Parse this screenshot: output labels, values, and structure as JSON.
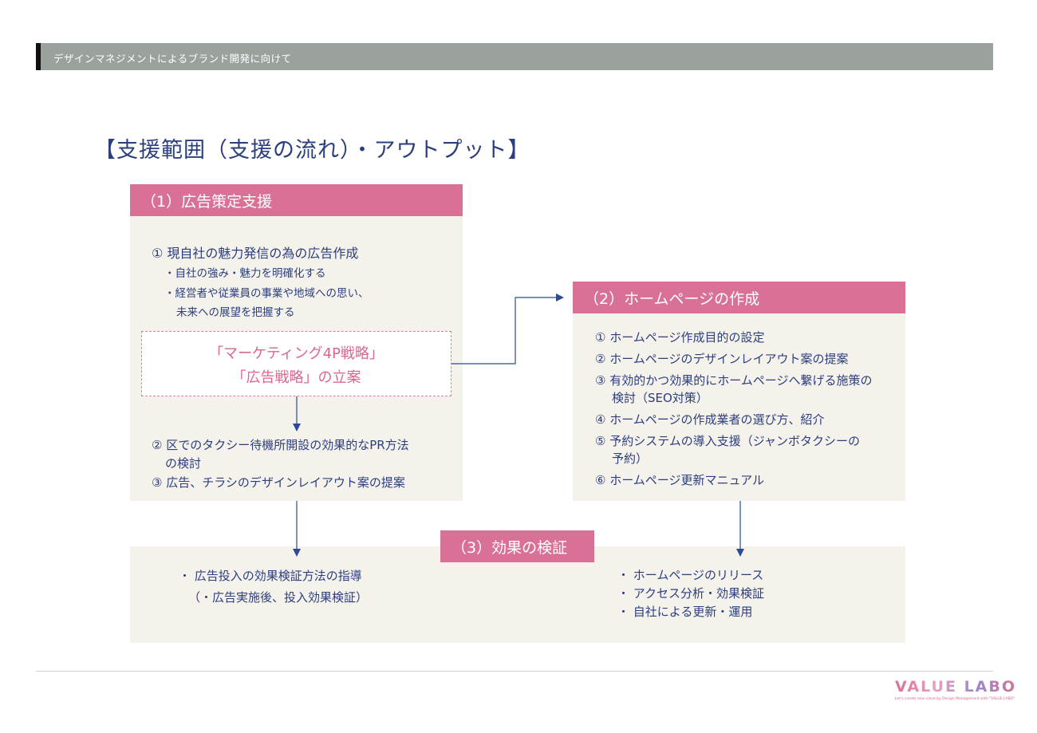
{
  "header": {
    "text": "デザインマネジメントによるブランド開発に向けて"
  },
  "title": "【支援範囲（支援の流れ）・アウトプット】",
  "section1": {
    "heading": "（1）広告策定支援",
    "item1_title": "① 現自社の魅力発信の為の広告作成",
    "item1_sub1": "・自社の強み・魅力を明確化する",
    "item1_sub2_line1": "・経営者や従業員の事業や地域への思い、",
    "item1_sub2_line2": "未来への展望を把握する",
    "strategy_line1": "「マーケティング4P戦略」",
    "strategy_line2": "「広告戦略」の立案",
    "item2_line1": "② 区でのタクシー待機所開設の効果的なPR方法",
    "item2_line2": "の検討",
    "item3": "③ 広告、チラシのデザインレイアウト案の提案"
  },
  "section2": {
    "heading": "（2）ホームページの作成",
    "items": [
      "① ホームページ作成目的の設定",
      "② ホームページのデザインレイアウト案の提案",
      "③ 有効的かつ効果的にホームページへ繋げる施策の",
      "検討（SEO対策）",
      "④ ホームページの作成業者の選び方、紹介",
      "⑤ 予約システムの導入支援（ジャンボタクシーの",
      "予約）",
      "⑥ ホームページ更新マニュアル"
    ]
  },
  "section3": {
    "heading": "（3）効果の検証",
    "left_line1": "・ 広告投入の効果検証方法の指導",
    "left_line2": "（・広告実施後、投入効果検証）",
    "right_items": [
      "・ ホームページのリリース",
      "・ アクセス分析・効果検証",
      "・ 自社による更新・運用"
    ]
  },
  "logo": {
    "text": "VALUE LABO",
    "tagline": "Let's create new value by Design Management with \"VALUE LABO\""
  },
  "colors": {
    "header_bar": "#9ba29e",
    "accent_pink": "#d97196",
    "text_navy": "#2b3f7e",
    "panel_beige": "#f5f2ec"
  }
}
